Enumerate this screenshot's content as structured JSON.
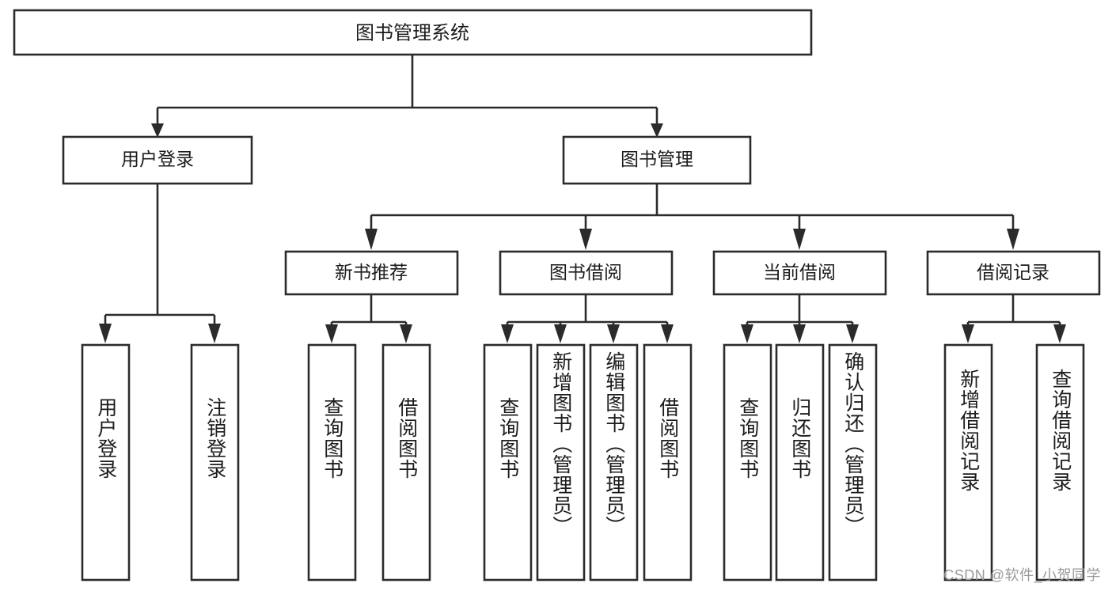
{
  "diagram": {
    "type": "hierarchy-tree",
    "title": "图书管理系统",
    "orientation": "top-down",
    "colors": {
      "box_fill": "#ffffff",
      "box_stroke": "#2b2b2b",
      "text": "#1c1c1c",
      "watermark": "#9a9a9a",
      "background": "#ffffff"
    },
    "root": {
      "label": "图书管理系统"
    },
    "level2": [
      {
        "id": "user-login",
        "label": "用户登录"
      },
      {
        "id": "book-manage",
        "label": "图书管理"
      }
    ],
    "level3": [
      {
        "id": "new-book-recommend",
        "label": "新书推荐",
        "parent": "book-manage"
      },
      {
        "id": "book-borrow",
        "label": "图书借阅",
        "parent": "book-manage"
      },
      {
        "id": "current-borrow",
        "label": "当前借阅",
        "parent": "book-manage"
      },
      {
        "id": "borrow-record",
        "label": "借阅记录",
        "parent": "book-manage"
      }
    ],
    "leaves": {
      "user-login": [
        {
          "id": "leaf-user-login",
          "label": "用户登录"
        },
        {
          "id": "leaf-user-logout",
          "label": "注销登录"
        }
      ],
      "new-book-recommend": [
        {
          "id": "leaf-query-book-1",
          "label": "查询图书"
        },
        {
          "id": "leaf-borrow-book-1",
          "label": "借阅图书"
        }
      ],
      "book-borrow": [
        {
          "id": "leaf-query-book-2",
          "label": "查询图书"
        },
        {
          "id": "leaf-add-book",
          "label": "新增图书（管理员）"
        },
        {
          "id": "leaf-edit-book",
          "label": "编辑图书（管理员）"
        },
        {
          "id": "leaf-borrow-book-2",
          "label": "借阅图书"
        }
      ],
      "current-borrow": [
        {
          "id": "leaf-query-book-3",
          "label": "查询图书"
        },
        {
          "id": "leaf-return-book",
          "label": "归还图书"
        },
        {
          "id": "leaf-confirm-return",
          "label": "确认归还（管理员）"
        }
      ],
      "borrow-record": [
        {
          "id": "leaf-add-record",
          "label": "新增借阅记录"
        },
        {
          "id": "leaf-query-record",
          "label": "查询借阅记录"
        }
      ]
    }
  },
  "watermark": {
    "text": "CSDN @软件_小贺同学"
  }
}
